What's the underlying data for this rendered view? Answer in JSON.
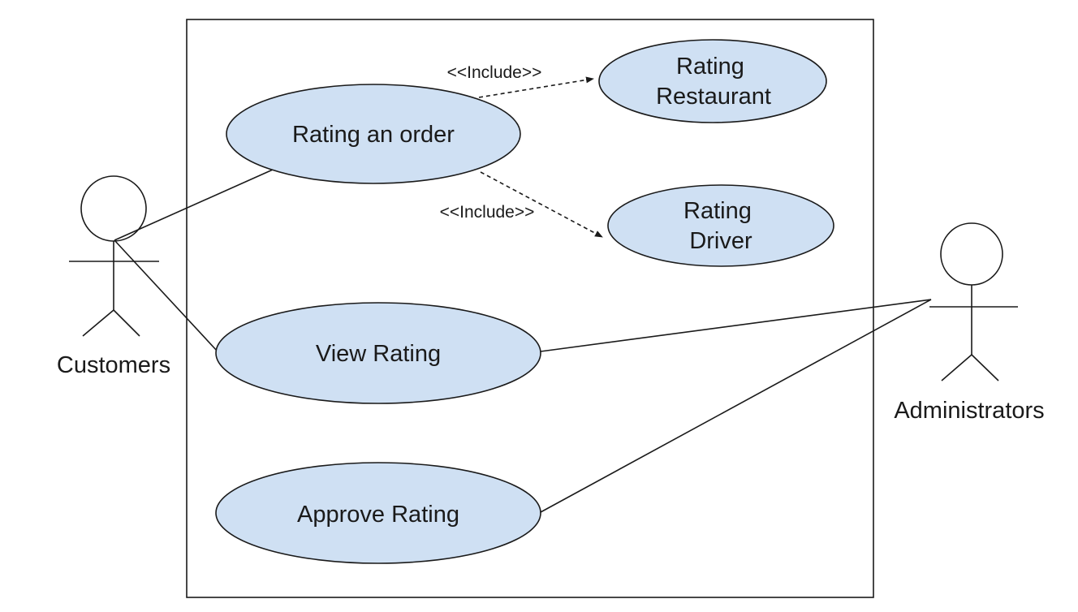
{
  "diagram": {
    "use_case_fill": "#cfe0f3",
    "line_color": "#1a1a1a",
    "actors": {
      "customers": "Customers",
      "administrators": "Administrators"
    },
    "use_cases": {
      "rating_order": "Rating an order",
      "rating_restaurant": [
        "Rating",
        "Restaurant"
      ],
      "rating_driver": [
        "Rating",
        "Driver"
      ],
      "view_rating": "View Rating",
      "approve_rating": "Approve Rating"
    },
    "relations": {
      "include_restaurant": "<<Include>>",
      "include_driver": "<<Include>>"
    }
  }
}
